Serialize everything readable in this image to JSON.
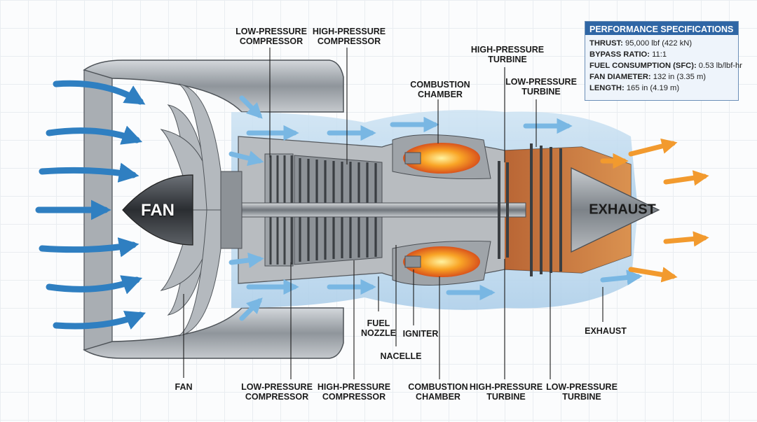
{
  "engine_text": {
    "fan": "FAN",
    "exhaust": "EXHAUST"
  },
  "labels_top": {
    "lpc": "LOW-PRESSURE\nCOMPRESSOR",
    "hpc": "HIGH-PRESSURE\nCOMPRESSOR",
    "hpt": "HIGH-PRESSURE\nTURBINE",
    "cc": "COMBUSTION\nCHAMBER",
    "lpt": "LOW-PRESSURE\nTURBINE"
  },
  "labels_bottom": {
    "fan": "FAN",
    "lpc": "LOW-PRESSURE\nCOMPRESSOR",
    "hpc": "HIGH-PRESSURE\nCOMPRESSOR",
    "cc": "COMBUSTION\nCHAMBER",
    "hpt": "HIGH-PRESSURE\nTURBINE",
    "lpt": "LOW-PRESSURE\nTURBINE"
  },
  "labels_mid": {
    "fuel_nozzle": "FUEL\nNOZZLE",
    "igniter": "IGNITER",
    "nacelle": "NACELLE",
    "exhaust": "EXHAUST"
  },
  "spec": {
    "title": "PERFORMANCE SPECIFICATIONS",
    "rows": [
      {
        "k": "THRUST:",
        "v": " 95,000 lbf (422 kN)"
      },
      {
        "k": "BYPASS RATIO:",
        "v": " 11:1"
      },
      {
        "k": "FUEL CONSUMPTION (SFC):",
        "v": " 0.53 lb/lbf-hr"
      },
      {
        "k": "FAN DIAMETER:",
        "v": " 132 in (3.35 m)"
      },
      {
        "k": "LENGTH:",
        "v": " 165 in (4.19 m)"
      }
    ]
  },
  "colors": {
    "cold_air": "#3a87c8",
    "hot_gas": "#f0a030",
    "spec_header": "#2f66a5"
  }
}
